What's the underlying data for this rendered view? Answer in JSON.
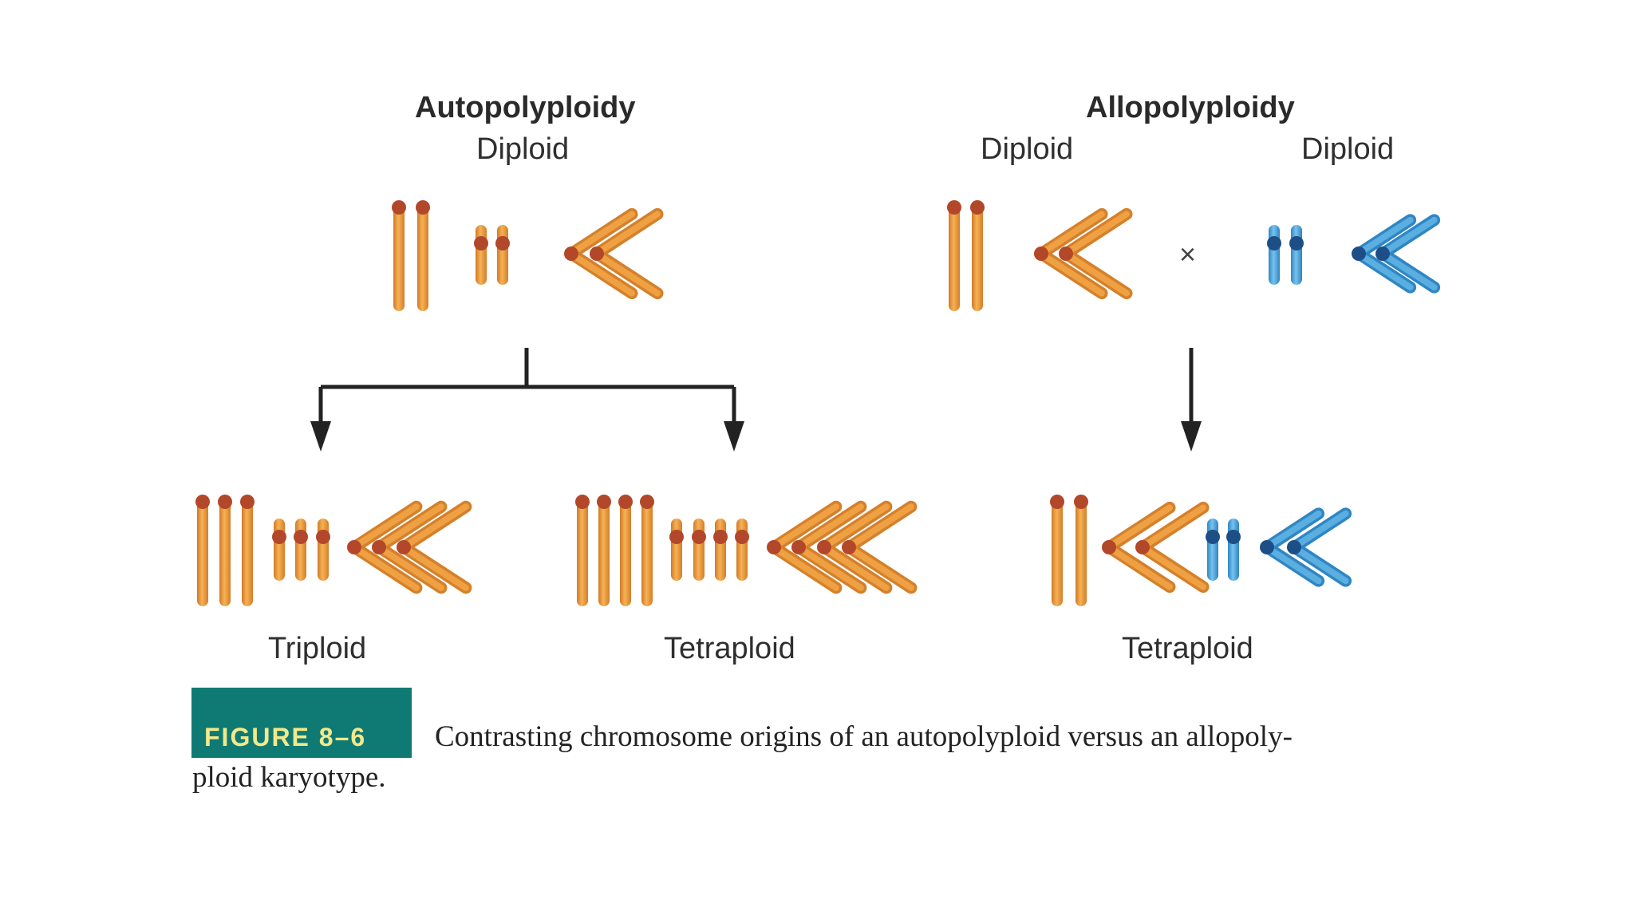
{
  "headings": {
    "auto": "Autopolyploidy",
    "allo": "Allopolyploidy"
  },
  "parents": {
    "auto_diploid": "Diploid",
    "allo_diploid_left": "Diploid",
    "allo_diploid_right": "Diploid",
    "cross_symbol": "×"
  },
  "results": {
    "triploid": "Triploid",
    "auto_tetraploid": "Tetraploid",
    "allo_tetraploid": "Tetraploid"
  },
  "figure": {
    "badge": "FIGURE 8–6",
    "caption_line1": "Contrasting chromosome origins of an autopolyploid versus an allopoly-",
    "caption_line2": "ploid karyotype."
  },
  "colors": {
    "orange": "#eea042",
    "orange_dark": "#d5802a",
    "orange_centromere": "#b2472a",
    "blue": "#5aaee0",
    "blue_dark": "#2f86c4",
    "blue_centromere": "#1d4f86",
    "arrow": "#222222",
    "badge_bg": "#0f7a73",
    "badge_text": "#f3e98a"
  }
}
